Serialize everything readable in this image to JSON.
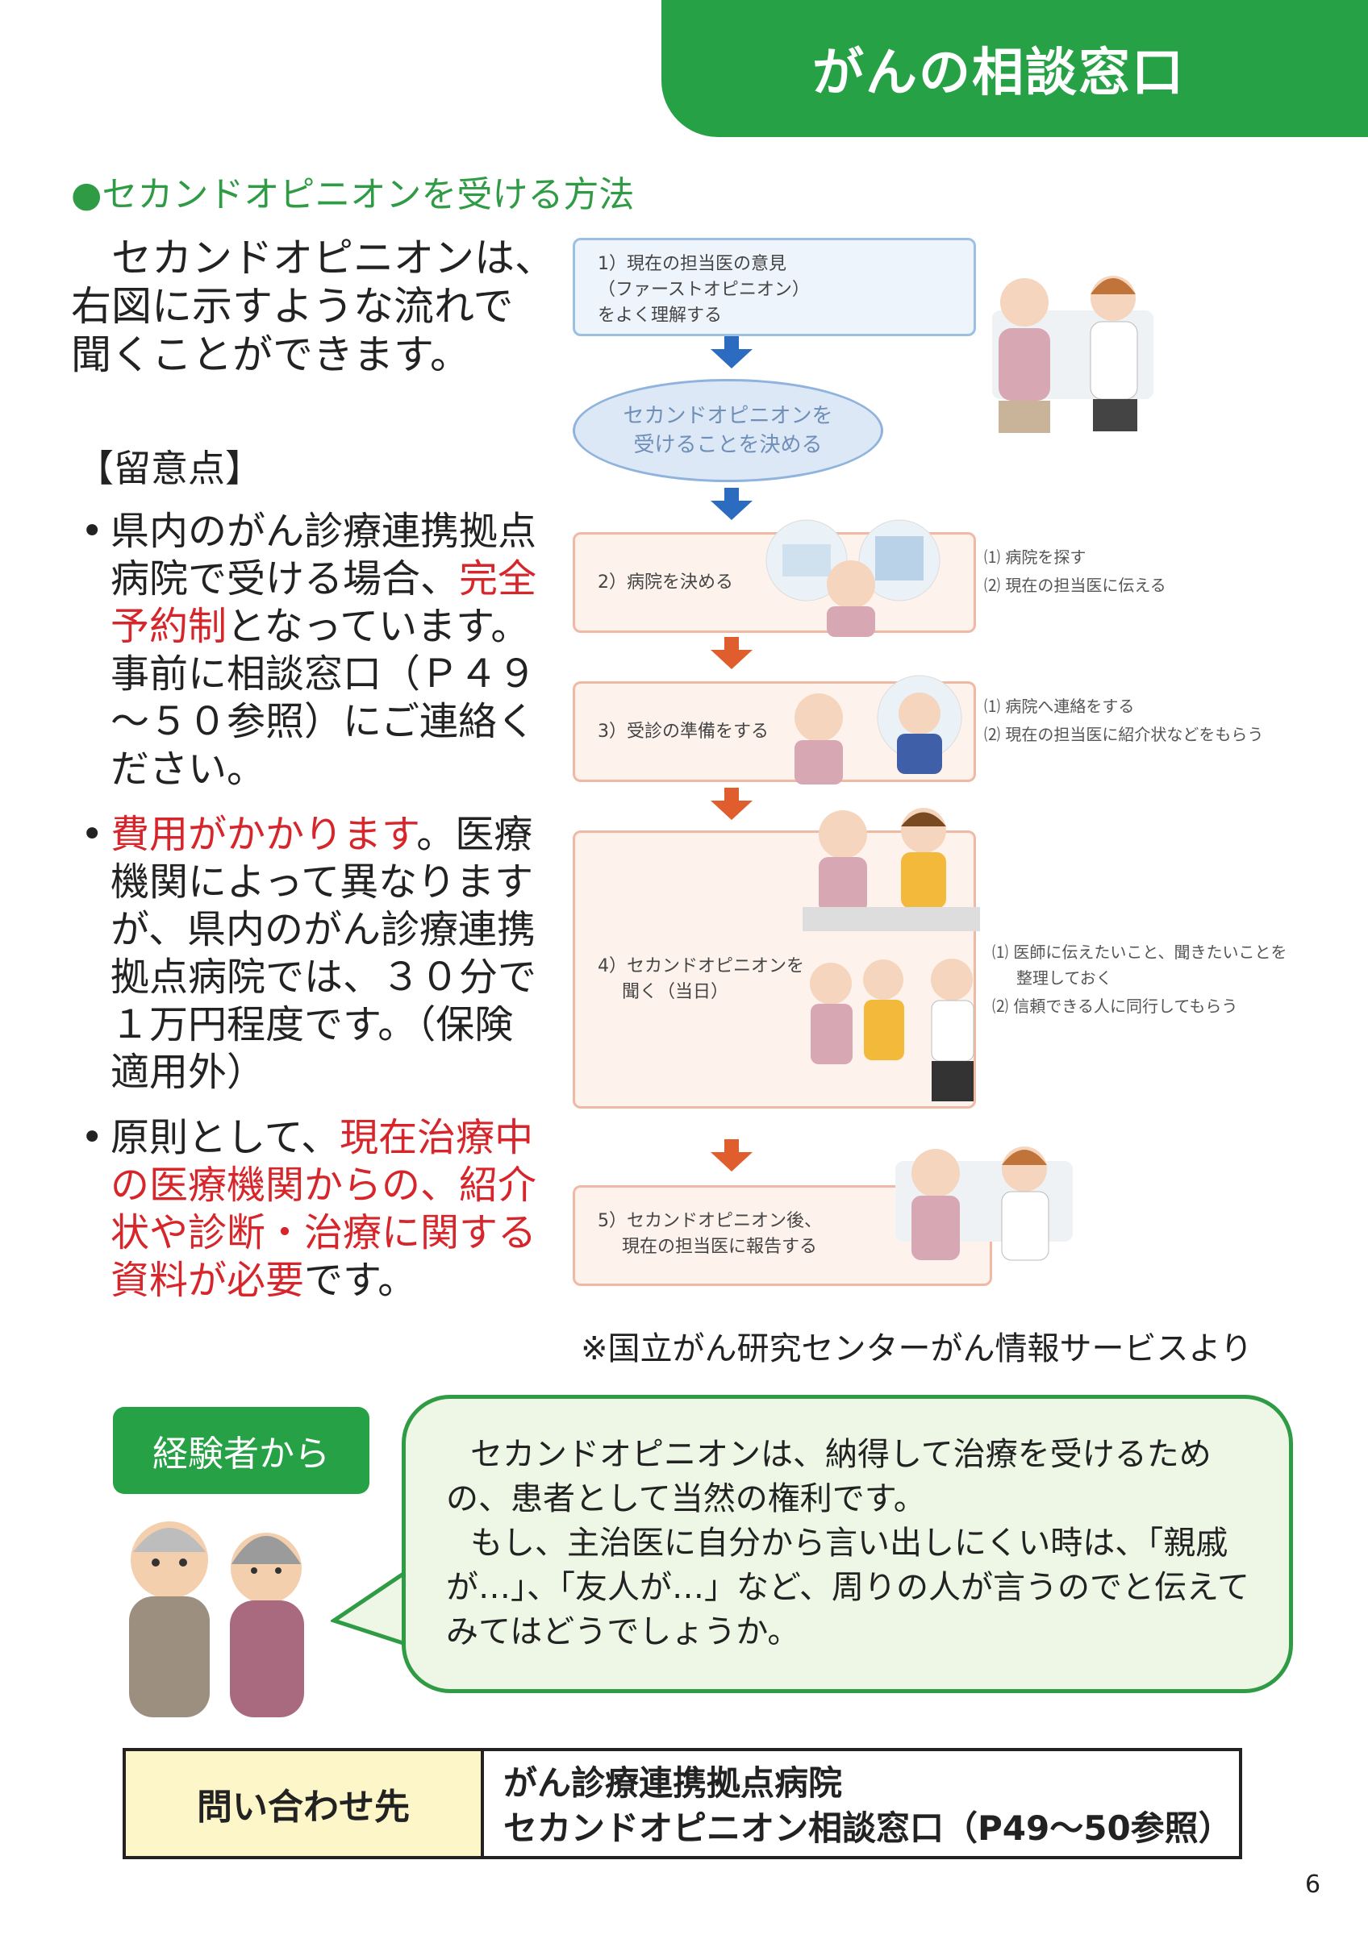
{
  "header": {
    "title": "がんの相談窓口"
  },
  "section": {
    "heading": "●セカンドオピニオンを受ける方法"
  },
  "intro": {
    "line1": "セカンドオピニオンは、",
    "line2": "右図に示すような流れで",
    "line3": "聞くことができます。"
  },
  "notes": {
    "title": "【留意点】",
    "bullet1": {
      "a": "県内のがん診療連携拠点病院で受ける場合、",
      "b": "完全予約制",
      "c": "となっています。事前に相談窓口（Ｐ４９～５０参照）にご連絡ください。"
    },
    "bullet2": {
      "a": "費用がかかります",
      "b": "。医療機関によって異なりますが、県内のがん診療連携拠点病院では、３０分で１万円程度です。（保険適用外）"
    },
    "bullet3": {
      "a": "原則として、",
      "b": "現在治療中の医療機関からの、紹介状や診断・治療に関する資料が必要",
      "c": "です。"
    }
  },
  "flow": {
    "step1": {
      "line1": "1）現在の担当医の意見",
      "line2": "（ファーストオピニオン）",
      "line3": "をよく理解する"
    },
    "decide": {
      "line1": "セカンドオピニオンを",
      "line2": "受けることを決める"
    },
    "step2": {
      "label": "2）病院を決める",
      "note1": "⑴ 病院を探す",
      "note2": "⑵ 現在の担当医に伝える"
    },
    "step3": {
      "label": "3）受診の準備をする",
      "note1": "⑴ 病院へ連絡をする",
      "note2": "⑵ 現在の担当医に紹介状などをもらう"
    },
    "step4": {
      "line1": "4）セカンドオピニオンを",
      "line2": "聞く（当日）",
      "note1": "⑴ 医師に伝えたいこと、聞きたいことを",
      "note1b": "整理しておく",
      "note2": "⑵ 信頼できる人に同行してもらう"
    },
    "step5": {
      "line1": "5）セカンドオピニオン後、",
      "line2": "現在の担当医に報告する"
    }
  },
  "source": "※国立がん研究センターがん情報サービスより",
  "experience": {
    "badge": "経験者から",
    "p1": "セカンドオピニオンは、納得して治療を受けるための、患者として当然の権利です。",
    "p2": "もし、主治医に自分から言い出しにくい時は、「親戚が…」、「友人が…」など、周りの人が言うのでと伝えてみてはどうでしょうか。"
  },
  "contact": {
    "label": "問い合わせ先",
    "line1": "がん診療連携拠点病院",
    "line2": "セカンドオピニオン相談窓口（P49～50参照）"
  },
  "page_number": "6",
  "colors": {
    "accent_green": "#27a146",
    "highlight_red": "#d7262b",
    "contact_label_bg": "#fdf6c8"
  }
}
